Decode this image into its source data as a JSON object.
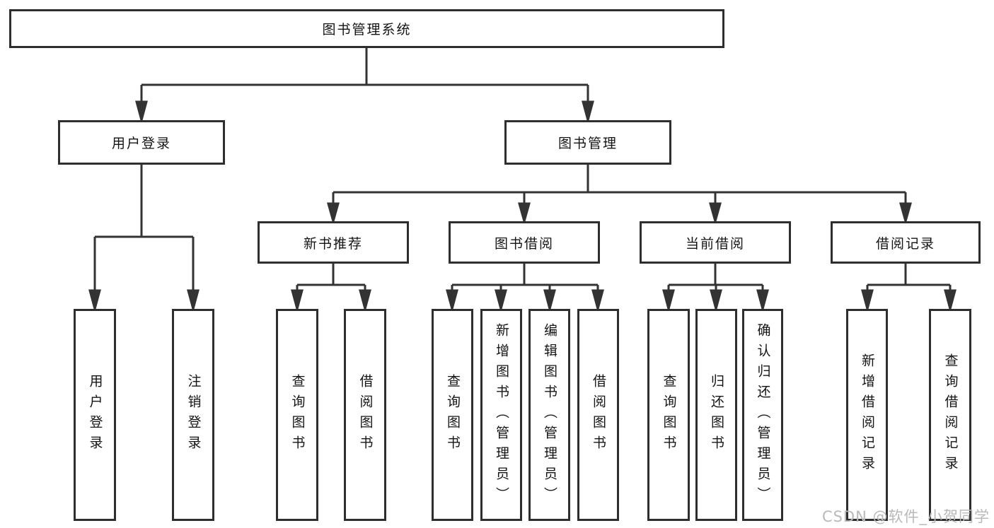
{
  "chart": {
    "type": "tree-diagram",
    "root": {
      "label": "图书管理系统"
    },
    "branches": [
      {
        "label": "用户登录",
        "children": [
          {
            "label": "用户登录"
          },
          {
            "label": "注销登录"
          }
        ]
      },
      {
        "label": "图书管理",
        "children": [
          {
            "label": "新书推荐",
            "children": [
              {
                "label": "查询图书"
              },
              {
                "label": "借阅图书"
              }
            ]
          },
          {
            "label": "图书借阅",
            "children": [
              {
                "label": "查询图书"
              },
              {
                "label": "新增图书（管理员）"
              },
              {
                "label": "编辑图书（管理员）"
              },
              {
                "label": "借阅图书"
              }
            ]
          },
          {
            "label": "当前借阅",
            "children": [
              {
                "label": "查询图书"
              },
              {
                "label": "归还图书"
              },
              {
                "label": "确认归还（管理员）"
              }
            ]
          },
          {
            "label": "借阅记录",
            "children": [
              {
                "label": "新增借阅记录"
              },
              {
                "label": "查询借阅记录"
              }
            ]
          }
        ]
      }
    ],
    "watermark": "CSDN @软件_小贺同学",
    "colors": {
      "line": "#333333",
      "box_border": "#2e2e2e",
      "box_fill": "#ffffff",
      "text": "#141414",
      "watermark": "#b9b9b9",
      "background": "#ffffff"
    }
  }
}
